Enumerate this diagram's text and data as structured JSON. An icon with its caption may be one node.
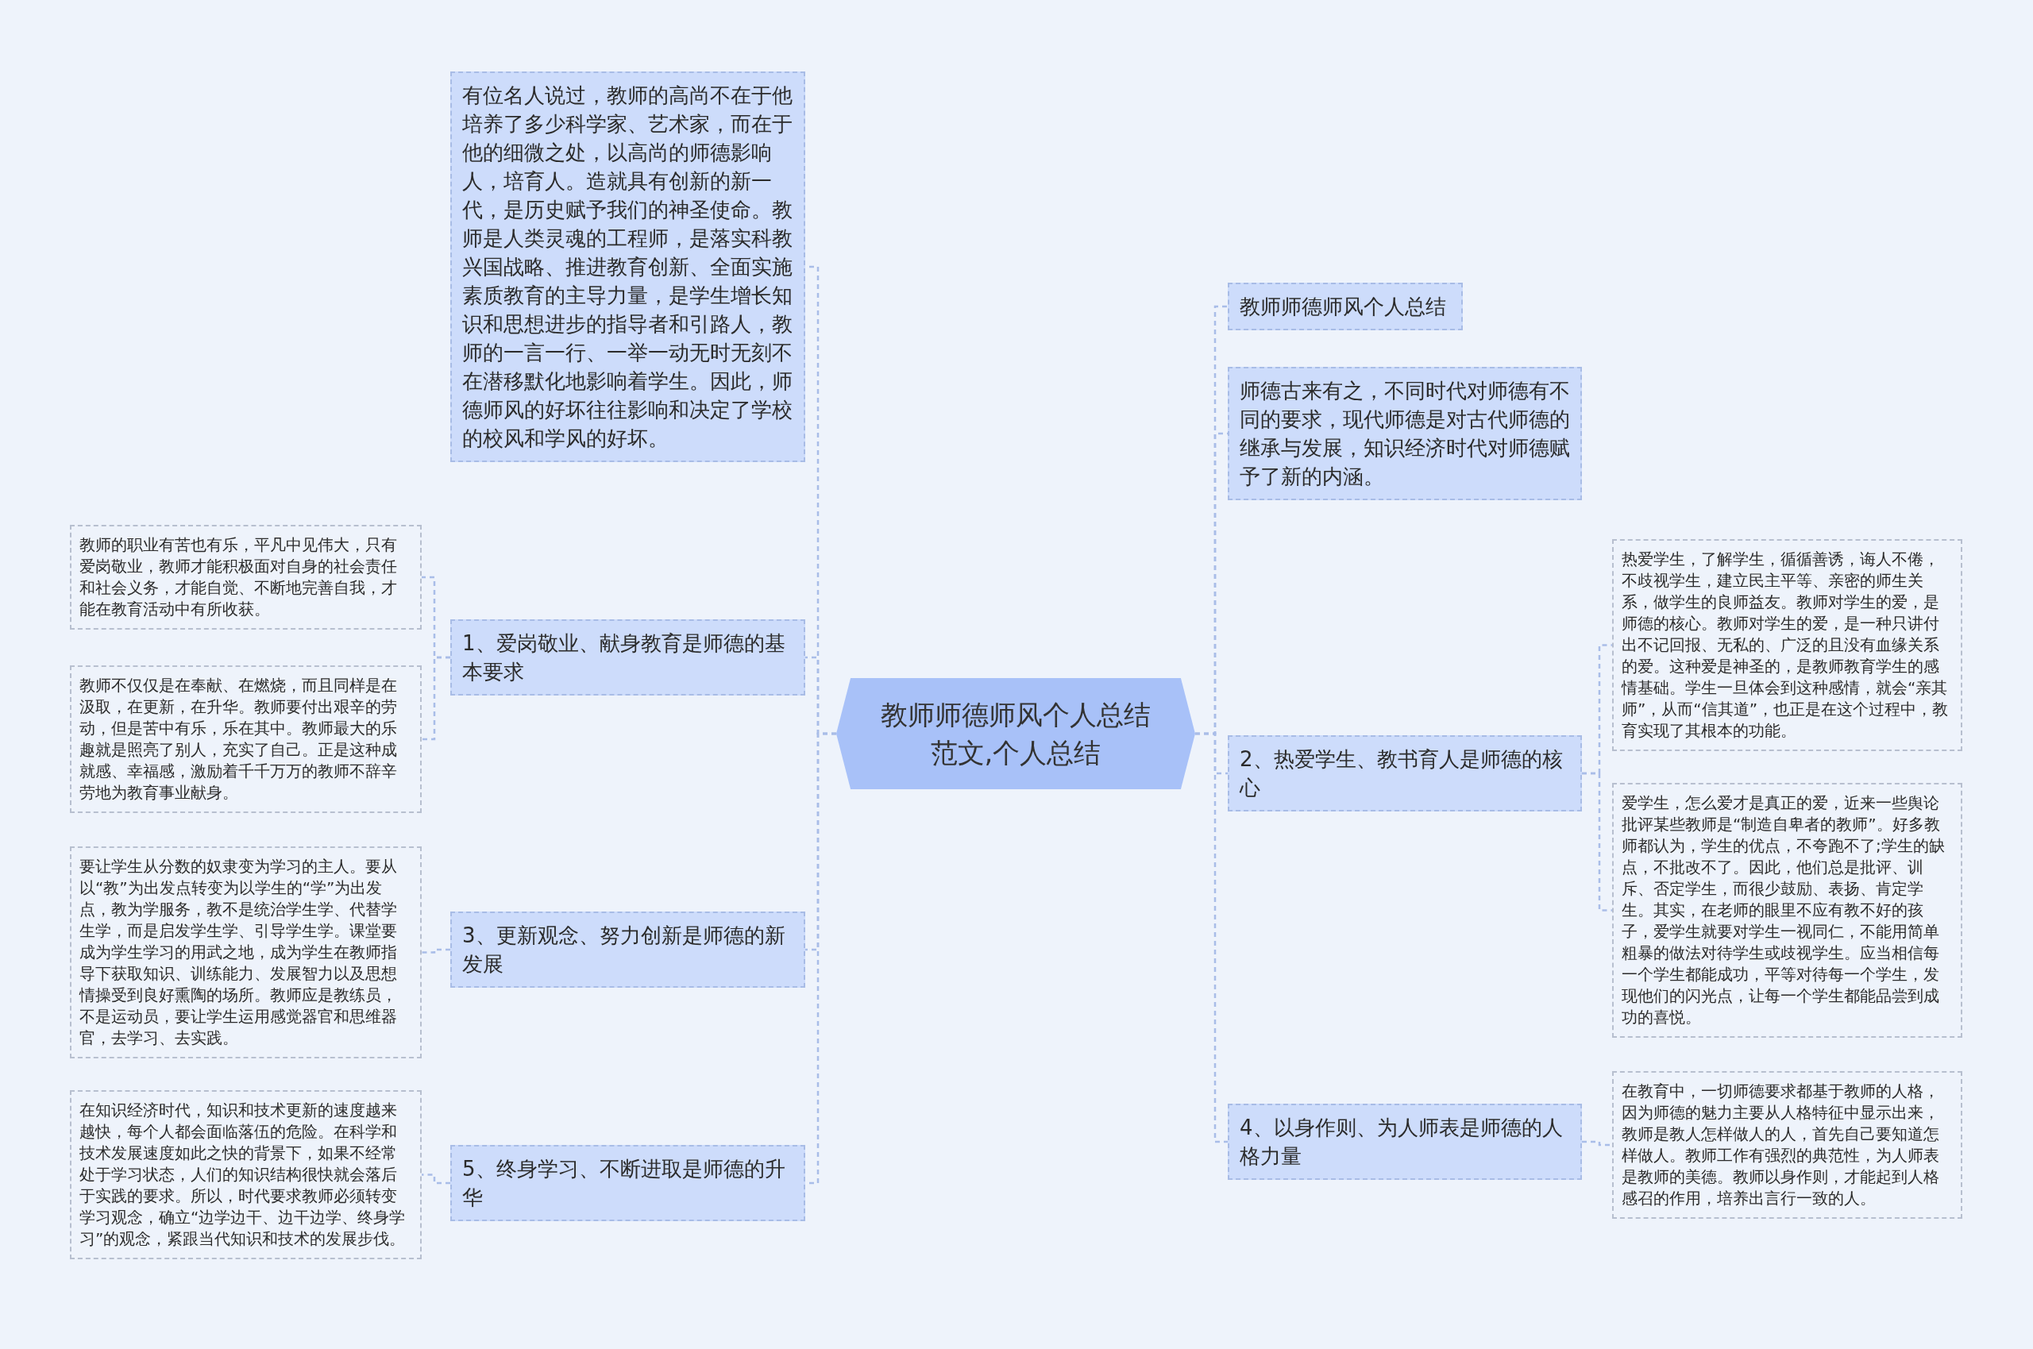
{
  "diagram": {
    "nodes": [
      {
        "text": [
          "教师师德师风个人总结范文,个人总结"
        ]
      },
      {
        "text": [
          "有位名人说过，教师的高尚不在于他培养了多少科学家、艺术家，而在于他的细微之处，以高尚的师德影响人，培育人。造就具有创新的新一代，是历史赋予我们的神圣使命。教师是人类灵魂的工程师，是落实科教兴国战略、推进教育创新、全面实施素质教育的主导力量，是学生增长知识和思想进步的指导者和引路人，教师的一言一行、一举一动无时无刻不在潜移默化地影响着学生。因此，师德师风的好坏往往影响和决定了学校的校风和学风的好坏。"
        ]
      },
      {
        "text": [
          "1、爱岗敬业、献身教育是师德的基本要求"
        ]
      },
      {
        "text": [
          "教师的职业有苦也有乐，平凡中见伟大，只有爱岗敬业，教师才能积极面对自身的社会责任和社会义务，才能自觉、不断地完善自我，才能在教育活动中有所收获。"
        ]
      },
      {
        "text": [
          "教师不仅仅是在奉献、在燃烧，而且同样是在汲取，在更新，在升华。教师要付出艰辛的劳动，但是苦中有乐，乐在其中。教师最大的乐趣就是照亮了别人，充实了自己。正是这种成就感、幸福感，激励着千千万万的教师不辞辛劳地为教育事业献身。"
        ]
      },
      {
        "text": [
          "3、更新观念、努力创新是师德的新发展"
        ]
      },
      {
        "text": [
          "要让学生从分数的奴隶变为学习的主人。要从以“教”为出发点转变为以学生的“学”为出发点，教为学服务，教不是统治学生学、代替学生学，而是启发学生学、引导学生学。课堂要成为学生学习的用武之地，成为学生在教师指导下获取知识、训练能力、发展智力以及思想情操受到良好熏陶的场所。教师应是教练员，不是运动员，要让学生运用感觉器官和思维器官，去学习、去实践。"
        ]
      },
      {
        "text": [
          "5、终身学习、不断进取是师德的升华"
        ]
      },
      {
        "text": [
          "在知识经济时代，知识和技术更新的速度越来越快，每个人都会面临落伍的危险。在科学和技术发展速度如此之快的背景下，如果不经常处于学习状态，人们的知识结构很快就会落后于实践的要求。所以，时代要求教师必须转变学习观念，确立“边学边干、边干边学、终身学习”的观念，紧跟当代知识和技术的发展步伐。"
        ]
      },
      {
        "text": [
          "教师师德师风个人总结"
        ]
      },
      {
        "text": [
          "师德古来有之，不同时代对师德有不同的要求，现代师德是对古代师德的继承与发展，知识经济时代对师德赋予了新的内涵。"
        ]
      },
      {
        "text": [
          "2、热爱学生、教书育人是师德的核心"
        ]
      },
      {
        "text": [
          "热爱学生，了解学生，循循善诱，诲人不倦，不歧视学生，建立民主平等、亲密的师生关系，做学生的良师益友。教师对学生的爱，是师德的核心。教师对学生的爱，是一种只讲付出不记回报、无私的、广泛的且没有血缘关系的爱。这种爱是神圣的，是教师教育学生的感情基础。学生一旦体会到这种感情，就会“亲其师”，从而“信其道”，也正是在这个过程中，教育实现了其根本的功能。"
        ]
      },
      {
        "text": [
          "爱学生，怎么爱才是真正的爱，近来一些舆论批评某些教师是“制造自卑者的教师”。好多教师都认为，学生的优点，不夸跑不了;学生的缺点，不批改不了。因此，他们总是批评、训斥、否定学生，而很少鼓励、表扬、肯定学生。其实，在老师的眼里不应有教不好的孩子，爱学生就要对学生一视同仁，不能用简单粗暴的做法对待学生或歧视学生。应当相信每一个学生都能成功，平等对待每一个学生，发现他们的闪光点，让每一个学生都能品尝到成功的喜悦。"
        ]
      },
      {
        "text": [
          "4、以身作则、为人师表是师德的人格力量"
        ]
      },
      {
        "text": [
          "在教育中，一切师德要求都基于教师的人格，因为师德的魅力主要从人格特征中显示出来，教师是教人怎样做人的人，首先自己要知道怎样做人。教师工作有强烈的典范性，为人师表是教师的美德。教师以身作则，才能起到人格感召的作用，培养出言行一致的人。"
        ]
      }
    ],
    "edges": [
      {
        "from": 0,
        "to": 1,
        "arrow": "none",
        "style": "dashed"
      },
      {
        "from": 0,
        "to": 2,
        "arrow": "none",
        "style": "dashed"
      },
      {
        "from": 2,
        "to": 3,
        "arrow": "none",
        "style": "dashed"
      },
      {
        "from": 2,
        "to": 4,
        "arrow": "none",
        "style": "dashed"
      },
      {
        "from": 0,
        "to": 5,
        "arrow": "none",
        "style": "dashed"
      },
      {
        "from": 5,
        "to": 6,
        "arrow": "none",
        "style": "dashed"
      },
      {
        "from": 0,
        "to": 7,
        "arrow": "none",
        "style": "dashed"
      },
      {
        "from": 7,
        "to": 8,
        "arrow": "none",
        "style": "dashed"
      },
      {
        "from": 0,
        "to": 9,
        "arrow": "none",
        "style": "dashed"
      },
      {
        "from": 0,
        "to": 10,
        "arrow": "none",
        "style": "dashed"
      },
      {
        "from": 0,
        "to": 11,
        "arrow": "none",
        "style": "dashed"
      },
      {
        "from": 11,
        "to": 12,
        "arrow": "none",
        "style": "dashed"
      },
      {
        "from": 11,
        "to": 13,
        "arrow": "none",
        "style": "dashed"
      },
      {
        "from": 0,
        "to": 14,
        "arrow": "none",
        "style": "dashed"
      },
      {
        "from": 14,
        "to": 15,
        "arrow": "none",
        "style": "dashed"
      }
    ]
  }
}
